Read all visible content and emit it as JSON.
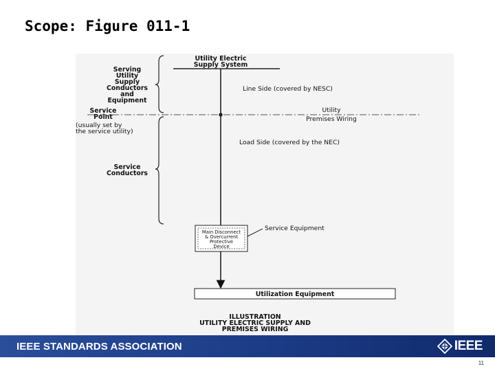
{
  "slide": {
    "title": "Scope: Figure 011-1",
    "page_number": "11"
  },
  "diagram": {
    "supply_system": [
      "Utility Electric",
      "Supply System"
    ],
    "serving_label": [
      "Serving",
      "Utility",
      "Supply",
      "Conductors",
      "and",
      "Equipment"
    ],
    "service_point_label": [
      "Service",
      "Point"
    ],
    "service_point_note": [
      "(usually set by",
      "the service utility)"
    ],
    "service_conductors_label": [
      "Service",
      "Conductors"
    ],
    "line_side": "Line Side (covered by NESC)",
    "boundary_label": [
      "Utility",
      "Premises Wiring"
    ],
    "load_side": "Load Side (covered by the NEC)",
    "service_equipment": "Service Equipment",
    "device_box": [
      "Main Disconnect",
      "& Overcurrent",
      "Protective",
      "Device"
    ],
    "utilization_equipment": "Utilization Equipment",
    "caption": [
      "ILLUSTRATION",
      "UTILITY ELECTRIC SUPPLY AND",
      "PREMISES WIRING"
    ]
  },
  "footer": {
    "organization": "IEEE STANDARDS ASSOCIATION",
    "logo_text": "IEEE"
  },
  "colors": {
    "footer_bar": "#1f3f8c",
    "diagram_background": "#f4f4f4"
  }
}
